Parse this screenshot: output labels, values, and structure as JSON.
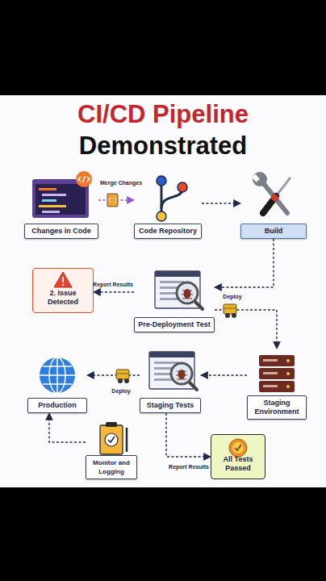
{
  "diagram": {
    "title": "CI/CD Pipeline Demonstrated",
    "nodes": [
      {
        "text": [
          "Changes in Code"
        ]
      },
      {
        "text": [
          "Code Repository"
        ]
      },
      {
        "text": [
          "Build"
        ]
      },
      {
        "text": [
          "2. Issue Detected"
        ]
      },
      {
        "text": [
          "Pre-Deployment Test"
        ]
      },
      {
        "text": [
          "Staging Environment"
        ]
      },
      {
        "text": [
          "Staging Tests"
        ]
      },
      {
        "text": [
          "Production"
        ]
      },
      {
        "text": [
          "Monitor and Logging"
        ]
      },
      {
        "text": [
          "All Tests Passed"
        ]
      }
    ],
    "edges": [
      {
        "from": 0,
        "to": 1,
        "label": "Merge Changes",
        "arrow": "to"
      },
      {
        "from": 1,
        "to": 2,
        "arrow": "to"
      },
      {
        "from": 2,
        "to": 4,
        "arrow": "to"
      },
      {
        "from": 4,
        "to": 3,
        "label": "Report Results",
        "arrow": "to"
      },
      {
        "from": 4,
        "to": 5,
        "label": "Deploy",
        "arrow": "to"
      },
      {
        "from": 5,
        "to": 6,
        "arrow": "to"
      },
      {
        "from": 6,
        "to": 7,
        "label": "Deploy",
        "arrow": "to"
      },
      {
        "from": 6,
        "to": 9,
        "label": "Report Results",
        "arrow": "to"
      },
      {
        "from": 8,
        "to": 7,
        "arrow": "to"
      }
    ]
  }
}
